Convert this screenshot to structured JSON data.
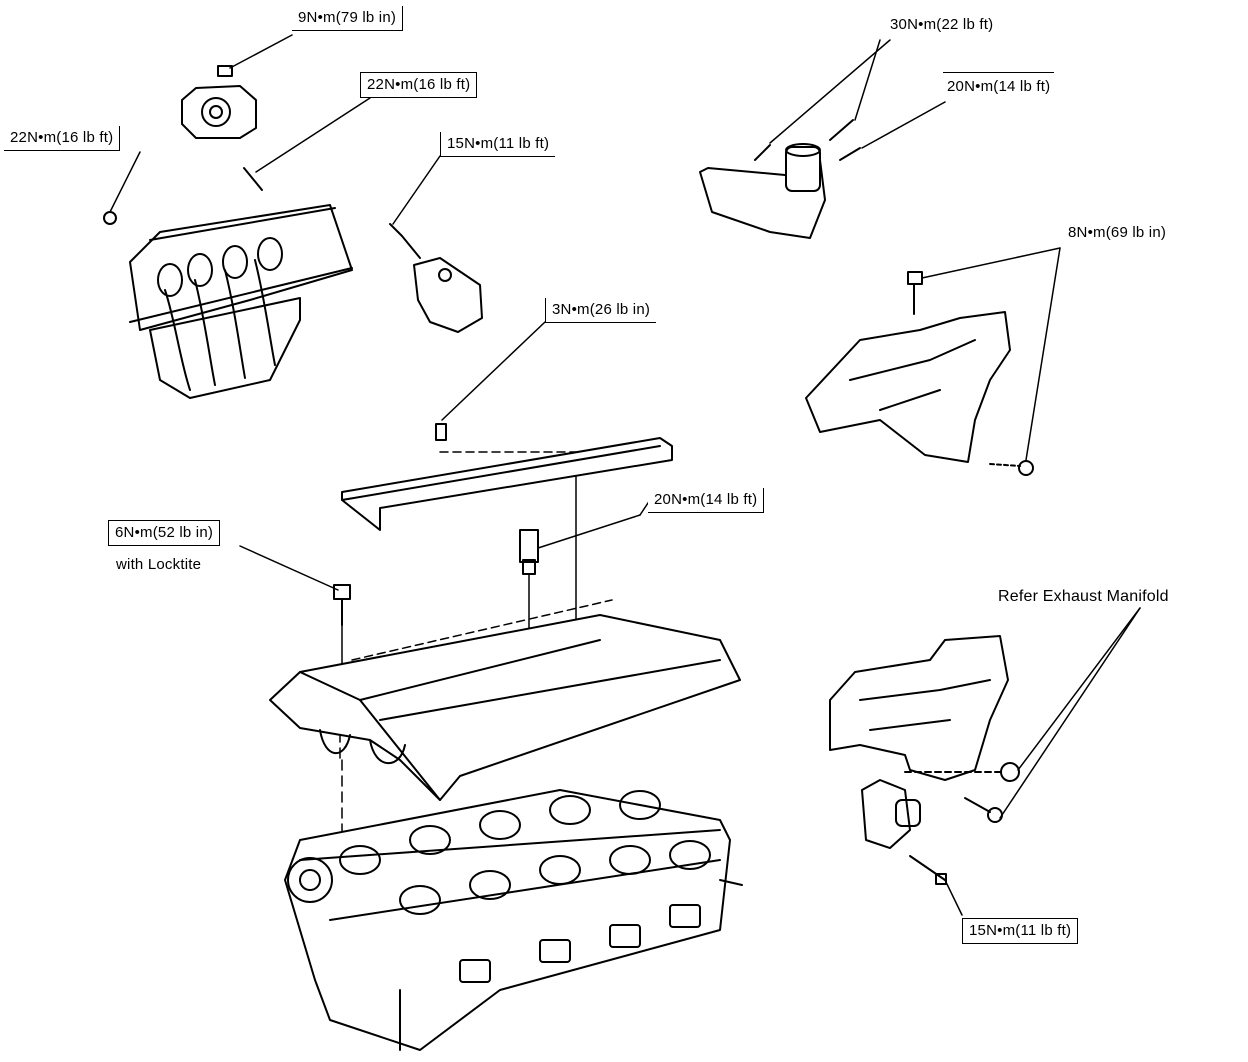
{
  "callouts": {
    "throttle_body_torque": "9N•m(79 lb in)",
    "intake_manifold_bolt_torque": "22N•m(16 lb ft)",
    "intake_manifold_nut_torque": "22N•m(16 lb ft)",
    "map_sensor_torque": "15N•m(11 lb ft)",
    "egr_valve_torque": "30N•m(22 lb ft)",
    "egr_adapter_torque": "20N•m(14 lb ft)",
    "heat_shield_torque": "8N•m(69 lb in)",
    "coil_cover_torque": "3N•m(26 lb in)",
    "sensor_torque": "20N•m(14 lb ft)",
    "cam_cover_torque": "6N•m(52 lb in)",
    "cam_cover_note": "with Locktite",
    "exhaust_manifold_ref": "Refer Exhaust Manifold",
    "oxygen_sensor_torque": "15N•m(11 lb ft)"
  }
}
